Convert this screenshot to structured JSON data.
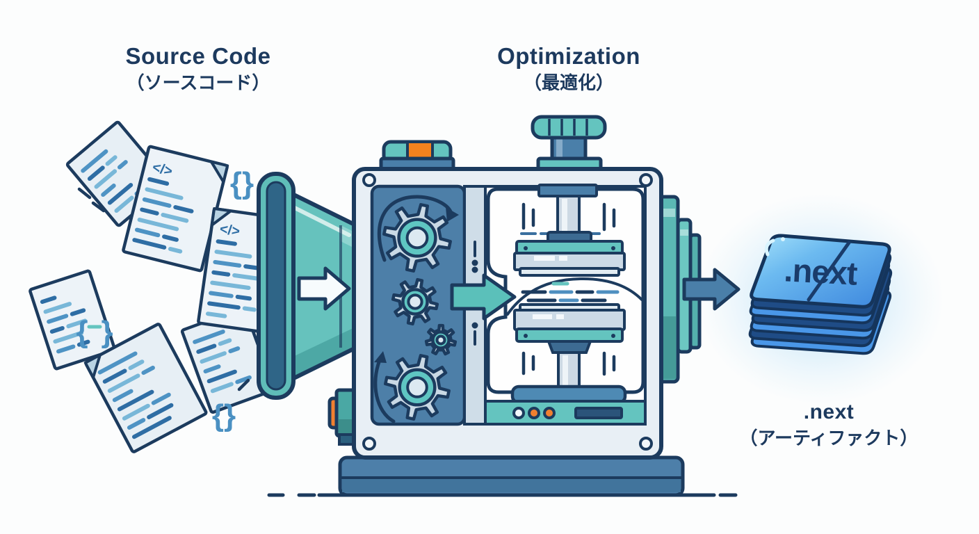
{
  "diagram": {
    "stages": {
      "source": {
        "en": "Source Code",
        "jp": "（ソースコード）"
      },
      "process": {
        "en": "Optimization",
        "jp": "（最適化）"
      },
      "output": {
        "en": ".next",
        "jp": "（アーティファクト）"
      }
    },
    "artifact_stack": {
      "label": ".next"
    },
    "code_symbols": {
      "tag": "</>",
      "braces": "{}",
      "brace_open": "{",
      "brace_close": "}"
    }
  },
  "colors": {
    "outline_navy": "#1c3b5e",
    "label_text": "#1d3a5e",
    "teal": "#64c4bf",
    "teal_dark": "#4da8a5",
    "panel_blue": "#4d7fa8",
    "steel_blue": "#4a7fa9",
    "machine_frame": "#e8eff5",
    "gear_body": "#c9d9e5",
    "gear_ring_teal": "#5fc6c2",
    "orange": "#f5821e",
    "indicator_orange": "#f08030",
    "card_blue": "#3c86dd",
    "card_cyan": "#a5e1fa",
    "stack_dark": "#1f4c86",
    "stack_mid": "#4a97e8",
    "glow": "#cde8f8",
    "doc_fill": "#edf3f8",
    "code_line_blue": "#4e93c4",
    "code_line_dark": "#2e6da4",
    "code_line_light": "#78b7d8"
  }
}
